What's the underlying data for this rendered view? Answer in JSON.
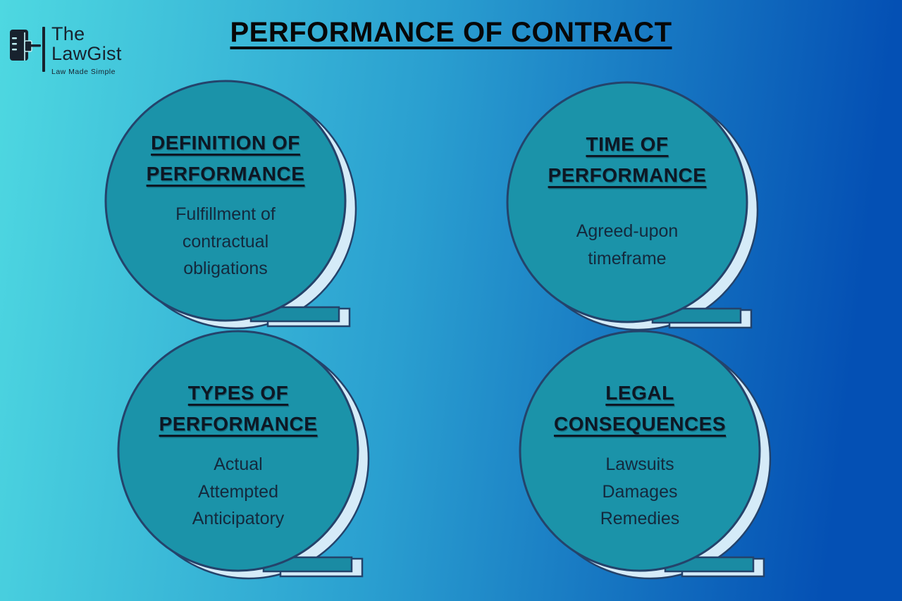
{
  "title": "PERFORMANCE OF CONTRACT",
  "logo": {
    "line1": "The",
    "line2": "LawGist",
    "tagline": "Law Made Simple",
    "icon": "book-gavel-icon"
  },
  "bubbles": [
    {
      "heading_lines": [
        "DEFINITION OF",
        "PERFORMANCE"
      ],
      "body_lines": [
        "Fulfillment of",
        "contractual",
        "obligations"
      ]
    },
    {
      "heading_lines": [
        "TIME OF",
        "PERFORMANCE"
      ],
      "body_lines": [
        "Agreed-upon",
        "timeframe"
      ]
    },
    {
      "heading_lines": [
        "TYPES OF",
        "PERFORMANCE"
      ],
      "body_lines": [
        "Actual",
        "Attempted",
        "Anticipatory"
      ]
    },
    {
      "heading_lines": [
        "LEGAL",
        "CONSEQUENCES"
      ],
      "body_lines": [
        "Lawsuits",
        "Damages",
        "Remedies"
      ]
    }
  ],
  "colors": {
    "bg_left": "#4ed8e1",
    "bg_right": "#0450b4",
    "disc_fill": "#1b93a9",
    "disc_stroke": "#24436b",
    "bar_fill": "#1a8ba3",
    "tail_light": "#d5ebf8",
    "heading_color": "#0d1724",
    "body_color": "#14293d",
    "title_color": "#070707",
    "logo_color": "#18222e"
  }
}
